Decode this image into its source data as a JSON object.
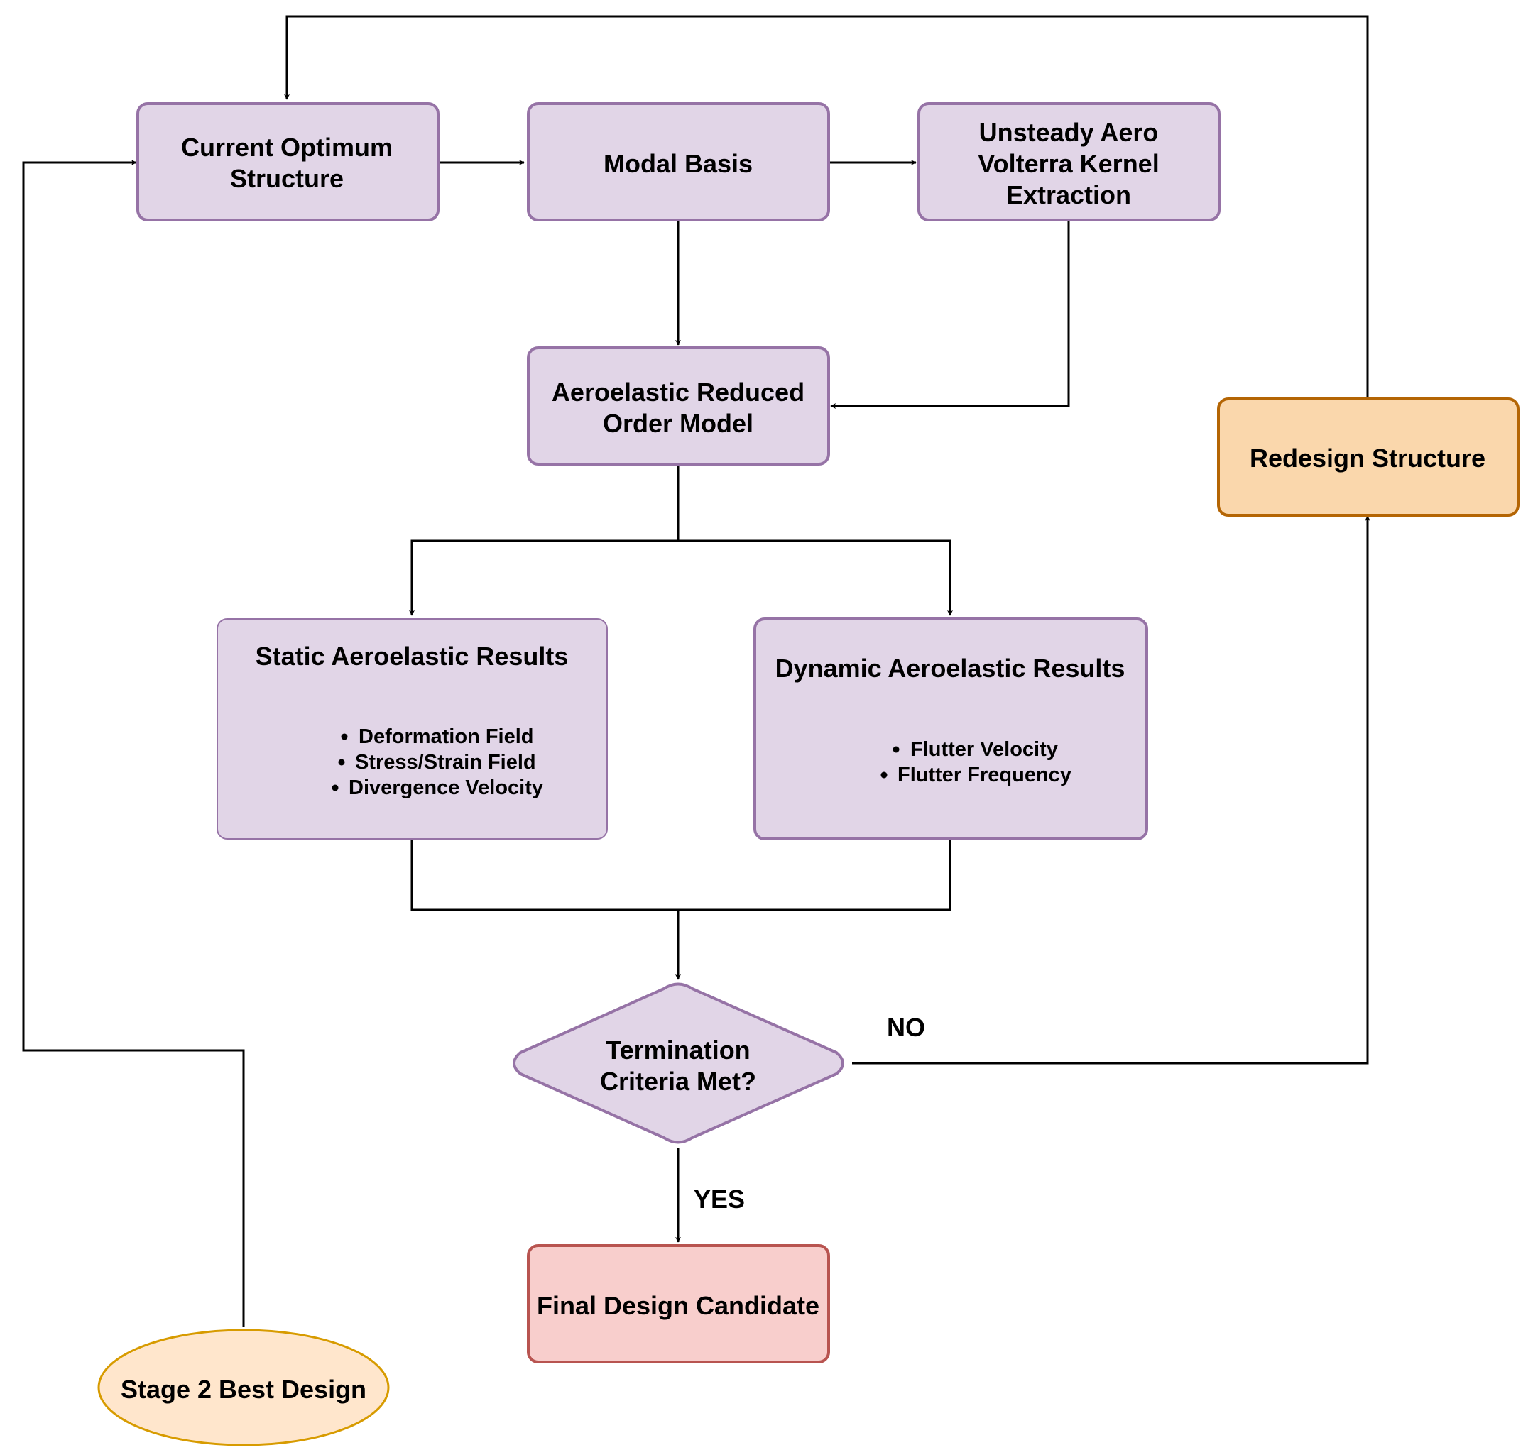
{
  "colors": {
    "purple_fill": "#e1d5e7",
    "purple_stroke": "#9673a6",
    "orange_fill": "#fad7ac",
    "orange_stroke": "#b46504",
    "peach_fill": "#ffe6cc",
    "peach_stroke": "#d79b00",
    "red_fill": "#f8cecc",
    "red_stroke": "#b85450",
    "line": "#000000"
  },
  "nodes": {
    "current_optimum": {
      "lines": [
        "Current Optimum",
        "Structure"
      ]
    },
    "modal_basis": {
      "lines": [
        "Modal Basis"
      ]
    },
    "unsteady_aero": {
      "lines": [
        "Unsteady Aero",
        "Volterra Kernel",
        "Extraction"
      ]
    },
    "rom": {
      "lines": [
        "Aeroelastic Reduced",
        "Order Model"
      ]
    },
    "redesign": {
      "lines": [
        "Redesign Structure"
      ]
    },
    "static_results": {
      "title": "Static Aeroelastic Results",
      "bullets": [
        "Deformation Field",
        "Stress/Strain Field",
        "Divergence Velocity"
      ]
    },
    "dynamic_results": {
      "title": "Dynamic Aeroelastic Results",
      "bullets": [
        "Flutter Velocity",
        "Flutter Frequency"
      ]
    },
    "termination": {
      "lines": [
        "Termination",
        "Criteria Met?"
      ]
    },
    "final_design": {
      "lines": [
        "Final Design Candidate"
      ]
    },
    "stage2": {
      "lines": [
        "Stage 2 Best Design"
      ]
    }
  },
  "edge_labels": {
    "no": "NO",
    "yes": "YES"
  }
}
